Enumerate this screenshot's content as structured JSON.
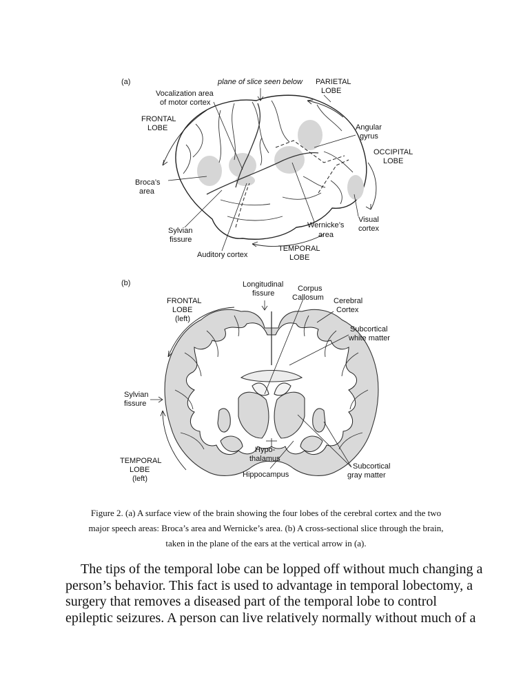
{
  "figure": {
    "panel_a": {
      "tag": "(a)",
      "labels": {
        "plane": "plane of slice seen below",
        "parietal_1": "PARIETAL",
        "parietal_2": "LOBE",
        "vocal_1": "Vocalization area",
        "vocal_2": "of motor cortex",
        "frontal_1": "FRONTAL",
        "frontal_2": "LOBE",
        "angular_1": "Angular",
        "angular_2": "gyrus",
        "occipital_1": "OCCIPITAL",
        "occipital_2": "LOBE",
        "broca_1": "Broca’s",
        "broca_2": "area",
        "visual_1": "Visual",
        "visual_2": "cortex",
        "wernicke_1": "Wernicke’s",
        "wernicke_2": "area",
        "sylvian_1": "Sylvian",
        "sylvian_2": "fissure",
        "auditory": "Auditory cortex",
        "temporal_1": "TEMPORAL",
        "temporal_2": "LOBE"
      }
    },
    "panel_b": {
      "tag": "(b)",
      "labels": {
        "long_1": "Longitudinal",
        "long_2": "fissure",
        "corpus_1": "Corpus",
        "corpus_2": "Callosum",
        "cerebral_1": "Cerebral",
        "cerebral_2": "Cortex",
        "frontal_1": "FRONTAL",
        "frontal_2": "LOBE",
        "frontal_3": "(left)",
        "white_1": "Subcortical",
        "white_2": "white matter",
        "sylvian_1": "Sylvian",
        "sylvian_2": "fissure",
        "hypo_1": "Hypo-",
        "hypo_2": "thalamus",
        "temporal_1": "TEMPORAL",
        "temporal_2": "LOBE",
        "temporal_3": "(left)",
        "hippocampus": "Hippocampus",
        "gray_1": "Subcortical",
        "gray_2": "gray matter"
      }
    }
  },
  "caption": {
    "line1": "Figure 2. (a) A surface view of the brain showing the four lobes of the cerebral cortex and the two",
    "line2": "major speech areas: Broca’s area and Wernicke’s area. (b) A cross-sectional slice through the brain,",
    "line3": "taken in the plane of the ears at the vertical arrow in (a)."
  },
  "body": {
    "line1": "The tips of the temporal lobe can be lopped off without much changing a",
    "line2": "person’s behavior. This fact is used to advantage in temporal lobectomy, a",
    "line3": "surgery that removes a diseased part of the temporal lobe to control",
    "line4": "epileptic seizures. A person can live relatively normally without much of a"
  }
}
